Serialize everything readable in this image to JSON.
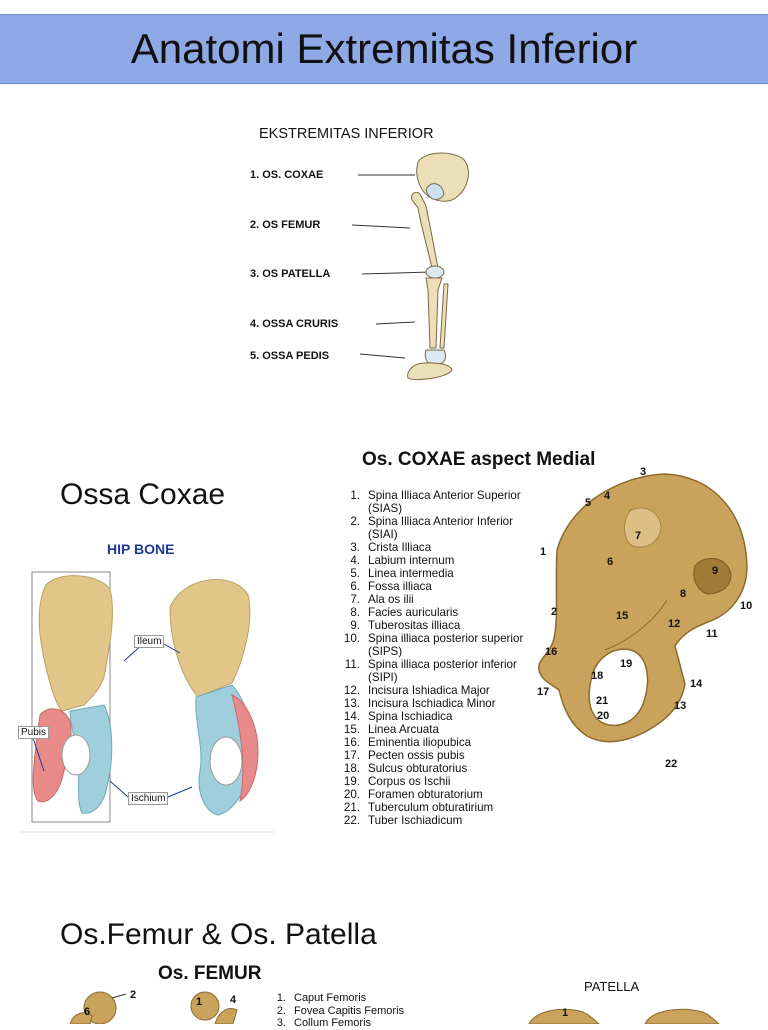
{
  "slide_title": "Anatomi Extremitas Inferior",
  "figure1": {
    "title": "EKSTREMITAS INFERIOR",
    "labels": [
      "1. OS. COXAE",
      "2. OS FEMUR",
      "3. OS PATELLA",
      "4. OSSA CRURIS",
      "5. OSSA PEDIS"
    ]
  },
  "section_ossa_coxae": "Ossa Coxae",
  "hip_bone": {
    "title": "HIP BONE",
    "labels": {
      "ileum": "Ileum",
      "pubis": "Pubis",
      "ischium": "Ischium"
    },
    "colors": {
      "ilium": "#e2c588",
      "pubis": "#e88a8a",
      "ischium": "#9fcfdc"
    }
  },
  "coxae_medial": {
    "title": "Os. COXAE aspect Medial",
    "items": [
      {
        "n": "1.",
        "t": "Spina Illiaca Anterior Superior (SIAS)"
      },
      {
        "n": "2.",
        "t": "Spina Illiaca Anterior Inferior (SIAI)"
      },
      {
        "n": "3.",
        "t": "Crista Illiaca"
      },
      {
        "n": "4.",
        "t": "Labium internum"
      },
      {
        "n": "5.",
        "t": "Linea intermedia"
      },
      {
        "n": "6.",
        "t": "Fossa illiaca"
      },
      {
        "n": "7.",
        "t": "Ala os ilii"
      },
      {
        "n": "8.",
        "t": "Facies auricularis"
      },
      {
        "n": "9.",
        "t": "Tuberositas illiaca"
      },
      {
        "n": "10.",
        "t": "Spina illiaca posterior superior (SIPS)"
      },
      {
        "n": "11.",
        "t": "Spina illiaca posterior inferior (SIPI)"
      },
      {
        "n": "12.",
        "t": "Incisura Ishiadica Major"
      },
      {
        "n": "13.",
        "t": "Incisura Ischiadica Minor"
      },
      {
        "n": "14.",
        "t": "Spina Ischiadica"
      },
      {
        "n": "15.",
        "t": "Linea Arcuata"
      },
      {
        "n": "16.",
        "t": "Eminentia iliopubica"
      },
      {
        "n": "17.",
        "t": "Pecten ossis pubis"
      },
      {
        "n": "18.",
        "t": "Sulcus obturatorius"
      },
      {
        "n": "19.",
        "t": "Corpus os Ischii"
      },
      {
        "n": "20.",
        "t": "Foramen obturatorium"
      },
      {
        "n": "21.",
        "t": "Tuberculum obturatirium"
      },
      {
        "n": "22.",
        "t": "Tuber Ischiadicum"
      }
    ],
    "numbers": [
      "1",
      "2",
      "3",
      "4",
      "5",
      "6",
      "7",
      "8",
      "9",
      "10",
      "11",
      "12",
      "13",
      "14",
      "15",
      "16",
      "17",
      "18",
      "19",
      "20",
      "21",
      "22"
    ]
  },
  "section_femur": "Os.Femur & Os. Patella",
  "femur": {
    "title": "Os. FEMUR",
    "items": [
      {
        "n": "1.",
        "t": "Caput Femoris"
      },
      {
        "n": "2.",
        "t": "Fovea Capitis Femoris"
      },
      {
        "n": "3.",
        "t": "Collum Femoris"
      }
    ],
    "numbers": [
      "2",
      "6",
      "1",
      "4"
    ]
  },
  "patella": {
    "title": "PATELLA",
    "numbers": [
      "1"
    ]
  }
}
